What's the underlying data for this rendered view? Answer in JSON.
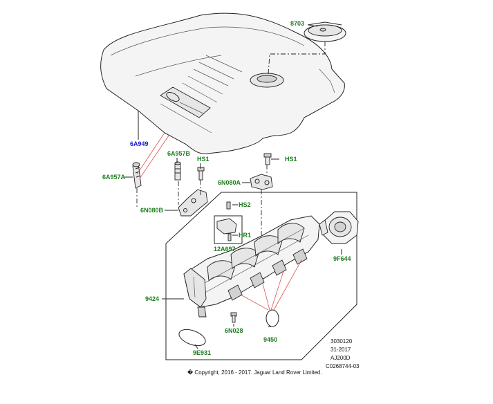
{
  "labels": {
    "p8703": "8703",
    "p6A949": "6A949",
    "p6A957B": "6A957B",
    "pHS1_a": "HS1",
    "pHS1_b": "HS1",
    "p6A957A": "6A957A",
    "p6N080A": "6N080A",
    "p6N080B": "6N080B",
    "pHS2": "HS2",
    "pHR1": "HR1",
    "p12A697": "12A697",
    "p9F644": "9F644",
    "p9424": "9424",
    "p6N028": "6N028",
    "p9450": "9450",
    "p9E931": "9E931"
  },
  "meta": {
    "line1": "3030120",
    "line2": "31-2017",
    "line3": "AJ200D",
    "line4": "C0268744-03"
  },
  "copyright": "� Copyright, 2016 - 2017. Jaguar Land Rover Limited.",
  "colors": {
    "part_label": "#1e7d1e",
    "highlight_label": "#1a1ad0",
    "leader_red": "#e35050",
    "line": "#222222"
  }
}
